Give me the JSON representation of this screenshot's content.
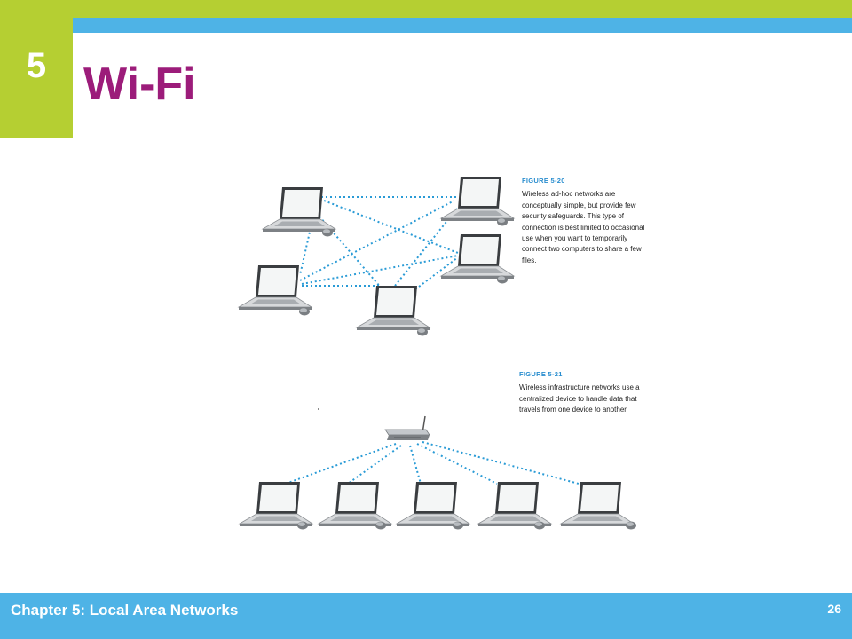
{
  "slide": {
    "chapter_number": "5",
    "title": "Wi-Fi",
    "footer_title": "Chapter 5: Local Area Networks",
    "page_number": "26"
  },
  "figures": [
    {
      "label": "FIGURE 5-20",
      "caption": "Wireless ad-hoc networks are conceptually simple, but provide few security safeguards. This type of connection is best limited to occasional use when you want to temporarily connect two computers to share a few files."
    },
    {
      "label": "FIGURE 5-21",
      "caption": "Wireless infrastructure networks use a centralized device to handle data that travels from one device to another."
    }
  ],
  "colors": {
    "accent_green": "#b5cf32",
    "accent_blue": "#4eb3e6",
    "title_purple": "#9c1c7a",
    "link_dots": "#2a9bd6"
  }
}
